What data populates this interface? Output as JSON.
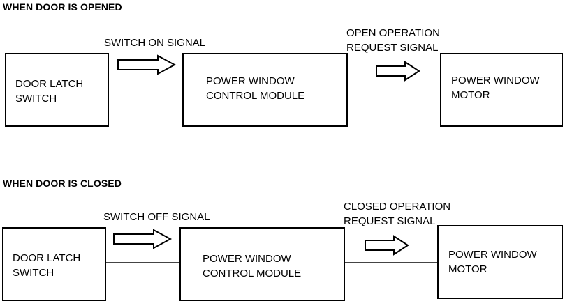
{
  "sections": [
    {
      "heading": "WHEN DOOR IS OPENED",
      "boxes": {
        "switch": {
          "line1": "DOOR LATCH",
          "line2": "SWITCH"
        },
        "module": {
          "line1": "POWER WINDOW",
          "line2": "CONTROL MODULE"
        },
        "motor": {
          "line1": "POWER WINDOW",
          "line2": "MOTOR"
        }
      },
      "signals": {
        "first": {
          "line1": "SWITCH ON SIGNAL"
        },
        "second": {
          "line1": "OPEN OPERATION",
          "line2": "REQUEST SIGNAL"
        }
      }
    },
    {
      "heading": "WHEN DOOR IS CLOSED",
      "boxes": {
        "switch": {
          "line1": "DOOR LATCH",
          "line2": "SWITCH"
        },
        "module": {
          "line1": "POWER WINDOW",
          "line2": "CONTROL MODULE"
        },
        "motor": {
          "line1": "POWER WINDOW",
          "line2": "MOTOR"
        }
      },
      "signals": {
        "first": {
          "line1": "SWITCH OFF SIGNAL"
        },
        "second": {
          "line1": "CLOSED OPERATION",
          "line2": "REQUEST SIGNAL"
        }
      }
    }
  ]
}
